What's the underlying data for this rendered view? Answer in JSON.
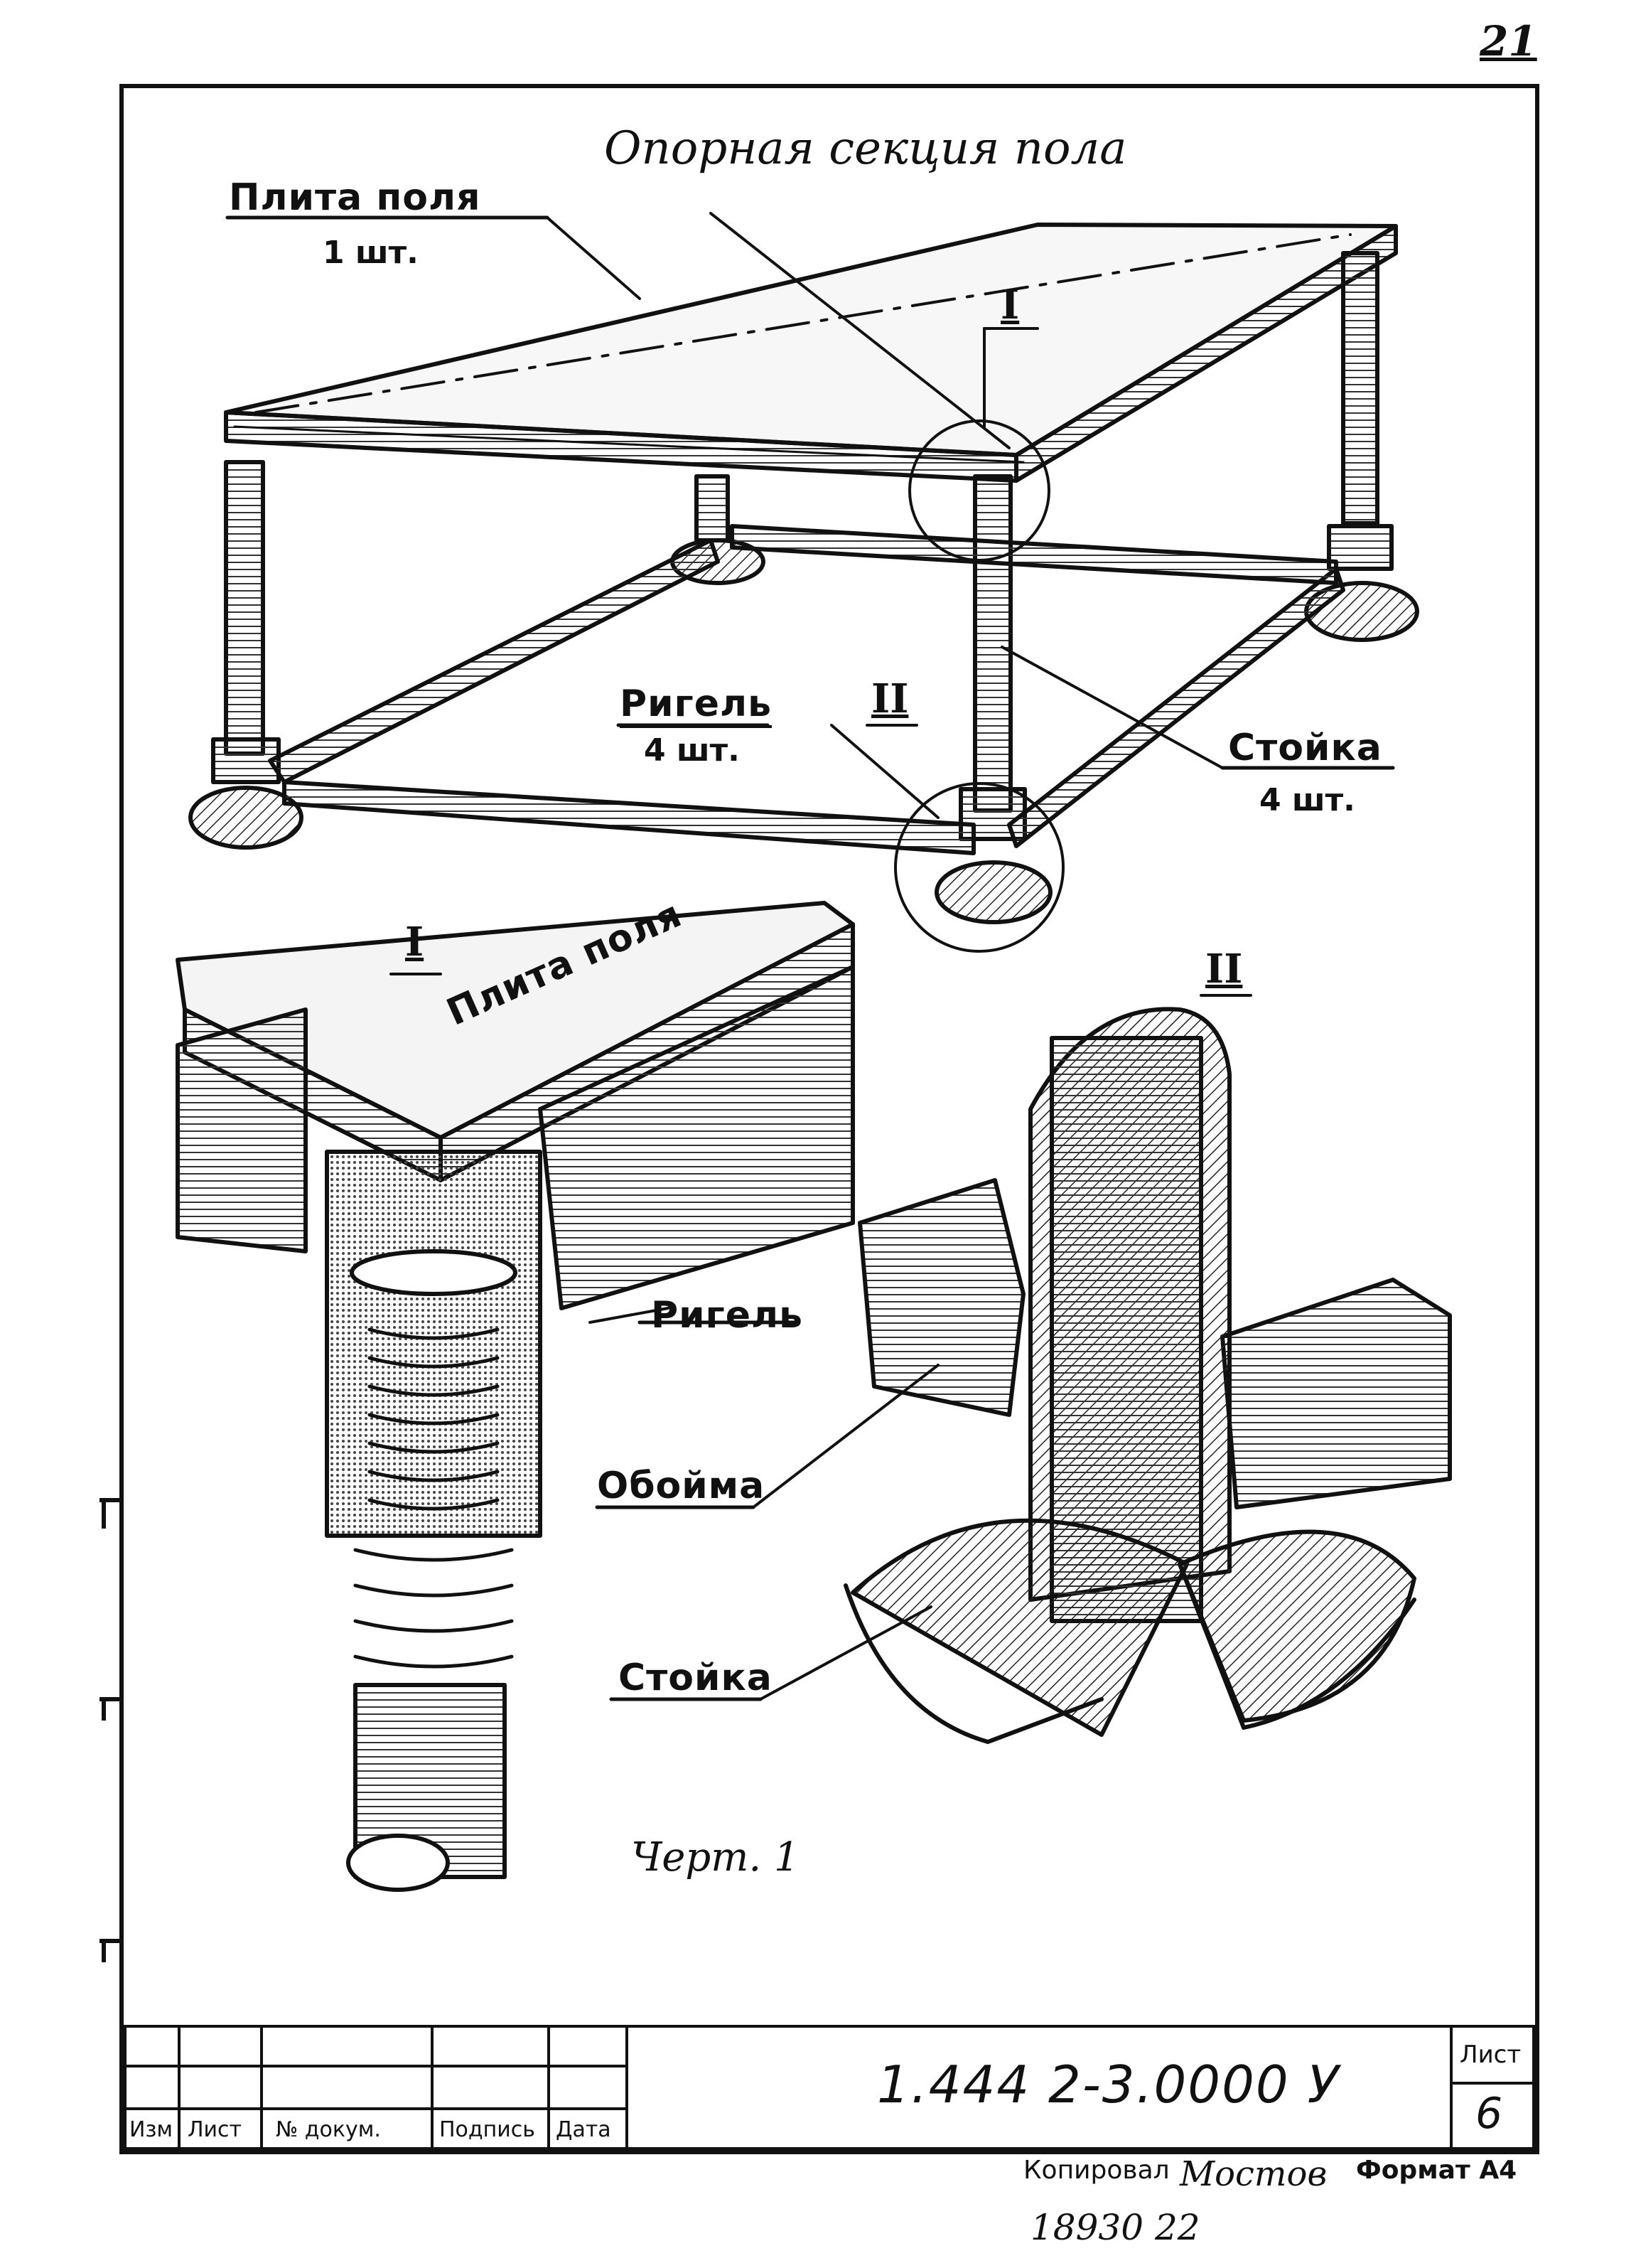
{
  "corner_number": "21",
  "title": "Опорная   секция пола",
  "labels": {
    "plate_top": "Плита  поля",
    "plate_qty": "1 шт.",
    "rigel_top": "Ригель",
    "rigel_qty": "4 шт.",
    "stoyka_top": "Стойка",
    "stoyka_qty": "4 шт.",
    "marker_I": "I",
    "marker_II": "II",
    "detail_I_title": "I",
    "detail_II_title": "II",
    "plate_detail": "Плита поля",
    "rigel_detail": "Ригель",
    "oboyma_detail": "Обойма",
    "stoyka_detail": "Стойка"
  },
  "figure_note": "Черт. 1",
  "title_block": {
    "headers": [
      "Изм",
      "Лист",
      "№ докум.",
      "Подпись",
      "Дата"
    ],
    "doc_number": "1.444 2-3.0000 У",
    "sheet_label": "Лист",
    "sheet_number": "6"
  },
  "footer": {
    "copied_label": "Копировал",
    "copied_signature": "Мостов",
    "format_label": "Формат А4",
    "order_number": "18930  22"
  },
  "colors": {
    "ink": "#111111",
    "paper": "#ffffff",
    "shade": "#555555"
  }
}
